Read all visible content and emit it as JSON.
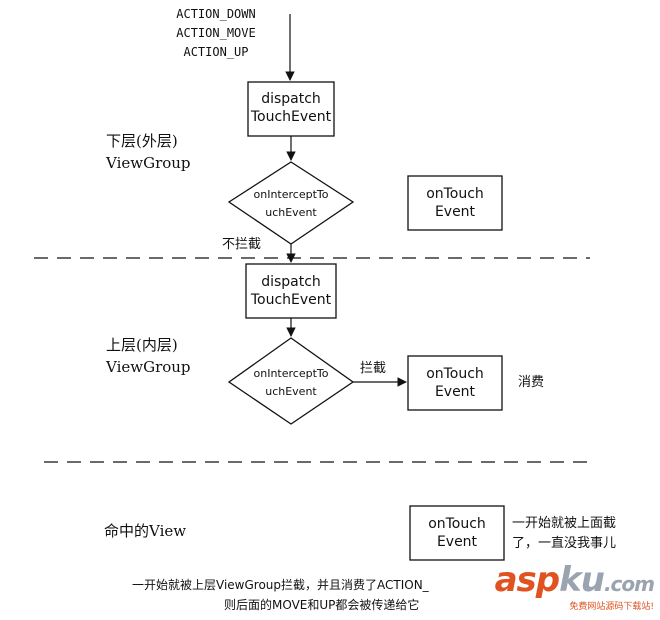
{
  "events": [
    "ACTION_DOWN",
    "ACTION_MOVE",
    "ACTION_UP"
  ],
  "lower": {
    "title_line1": "下层(外层)",
    "title_line2": "ViewGroup",
    "dispatch_line1": "dispatch",
    "dispatch_line2": "TouchEvent",
    "intercept_line1": "onInterceptTo",
    "intercept_line2": "uchEvent",
    "touch_line1": "onTouch",
    "touch_line2": "Event",
    "no_intercept_label": "不拦截"
  },
  "upper": {
    "title_line1": "上层(内层)",
    "title_line2": "ViewGroup",
    "dispatch_line1": "dispatch",
    "dispatch_line2": "TouchEvent",
    "intercept_line1": "onInterceptTo",
    "intercept_line2": "uchEvent",
    "touch_line1": "onTouch",
    "touch_line2": "Event",
    "intercept_label": "拦截",
    "consume_label": "消费"
  },
  "view": {
    "title": "命中的View",
    "touch_line1": "onTouch",
    "touch_line2": "Event",
    "note_line1": "一开始就被上面截",
    "note_line2": "了，一直没我事儿"
  },
  "footer": {
    "line1": "一开始就被上层ViewGroup拦截，并且消费了ACTION_",
    "line2": "则后面的MOVE和UP都会被传递给它"
  },
  "watermark": {
    "brand_a": "asp",
    "brand_b": "ku",
    "brand_c": ".com",
    "sub": "免费网站源码下载站!"
  }
}
